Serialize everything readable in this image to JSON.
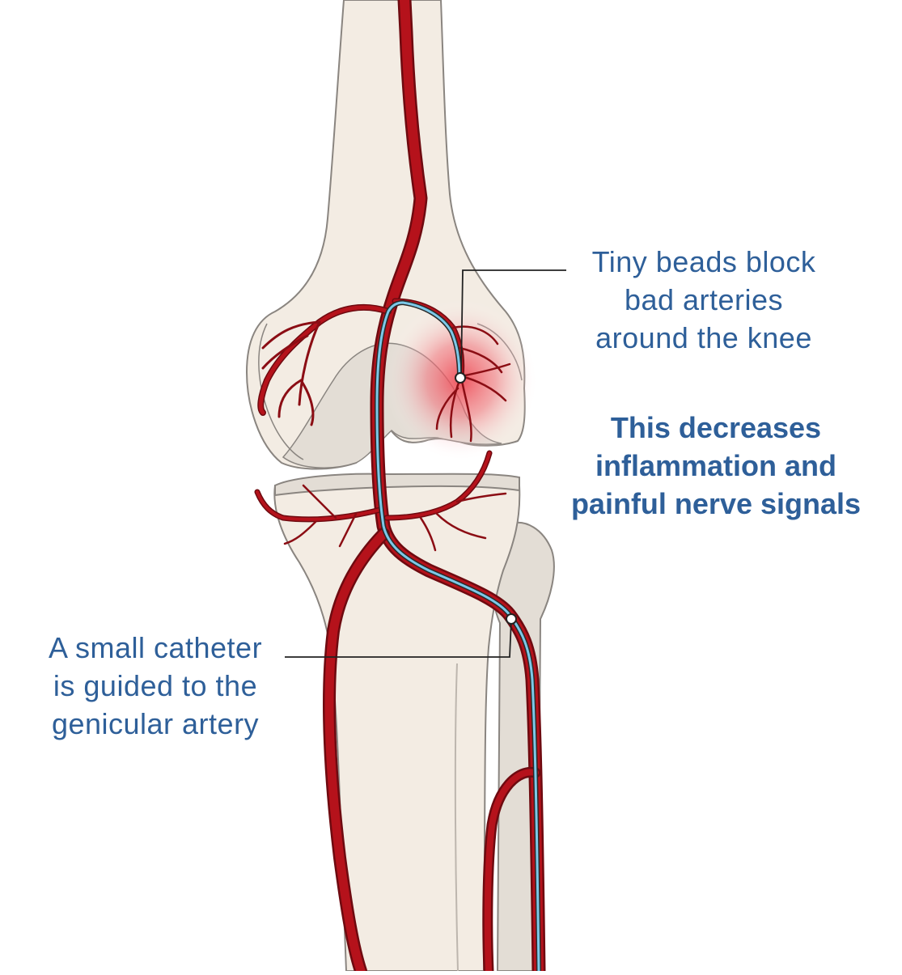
{
  "diagram": {
    "callouts": {
      "beads": {
        "lines": [
          "Tiny beads block",
          "bad arteries",
          "around the knee"
        ]
      },
      "effect": {
        "lines": [
          "This decreases",
          "inflammation and",
          "painful nerve signals"
        ]
      },
      "catheter": {
        "lines": [
          "A small catheter",
          "is guided to the",
          "genicular artery"
        ]
      }
    },
    "colors": {
      "bone_fill": "#f3ece3",
      "bone_shade": "#e3ddd5",
      "bone_outline": "#8a8580",
      "artery": "#b5121b",
      "artery_dark": "#6e0a10",
      "catheter": "#7cc8e8",
      "inflammation": "#ef4450",
      "text": "#2e5f99",
      "leader_line": "#222222"
    },
    "icons": [
      "femur-bone",
      "tibia-bone",
      "fibula-bone",
      "genicular-artery",
      "catheter",
      "inflammation-glow"
    ]
  }
}
